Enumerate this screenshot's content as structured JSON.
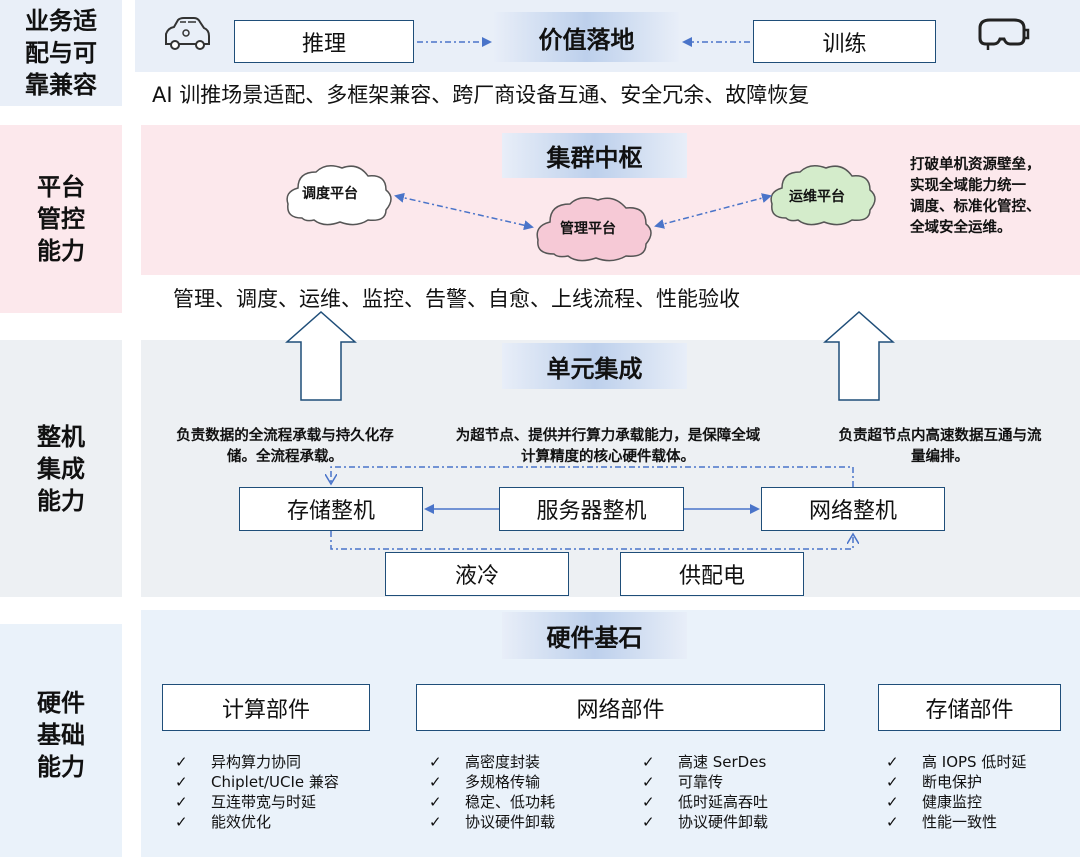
{
  "rows": {
    "business": {
      "label": [
        "业务适",
        "配与可",
        "靠兼容"
      ],
      "left_box": "推理",
      "center_title": "价值落地",
      "right_box": "训练",
      "left_icon": "car-icon",
      "right_icon": "vr-headset-icon",
      "summary": "AI 训推场景适配、多框架兼容、跨厂商设备互通、安全冗余、故障恢复"
    },
    "platform": {
      "label": [
        "平台",
        "管控",
        "能力"
      ],
      "title": "集群中枢",
      "clouds": {
        "left": "调度平台",
        "center": "管理平台",
        "right": "运维平台"
      },
      "side_note": [
        "打破单机资源壁垒，",
        "实现全域能力统一",
        "调度、标准化管控、",
        "全域安全运维。"
      ],
      "summary": "管理、调度、运维、监控、告警、自愈、上线流程、性能验收"
    },
    "integration": {
      "label": [
        "整机",
        "集成",
        "能力"
      ],
      "title": "单元集成",
      "desc_left": [
        "负责数据的全流程承载与持久化存",
        "储。全流程承载。"
      ],
      "desc_center": [
        "为超节点、提供并行算力承载能力，是保障全域",
        "计算精度的核心硬件载体。"
      ],
      "desc_right": [
        "负责超节点内高速数据互通与流",
        "量编排。"
      ],
      "boxes": {
        "storage": "存储整机",
        "server": "服务器整机",
        "network": "网络整机",
        "cooling": "液冷",
        "power": "供配电"
      }
    },
    "hardware": {
      "label": [
        "硬件",
        "基础",
        "能力"
      ],
      "title": "硬件基石",
      "boxes": {
        "compute": "计算部件",
        "network": "网络部件",
        "storage": "存储部件"
      },
      "check_mark": "✓",
      "compute_features": [
        "异构算力协同",
        "Chiplet/UCIe 兼容",
        "互连带宽与时延",
        "能效优化"
      ],
      "network_features_a": [
        "高密度封装",
        "多规格传输",
        "稳定、低功耗",
        "协议硬件卸载"
      ],
      "network_features_b": [
        "高速 SerDes",
        "可靠传",
        "低时延高吞吐",
        "协议硬件卸载"
      ],
      "storage_features": [
        "高 IOPS 低时延",
        "断电保护",
        "健康监控",
        "性能一致性"
      ]
    }
  },
  "colors": {
    "business_band": "#e9eff8",
    "platform_band": "#fce8ec",
    "integration_band": "#edf0f3",
    "hardware_band": "#eaf2fa",
    "border": "#1f4e79",
    "arrow": "#4a74c9",
    "cloud_left": "#ffffff",
    "cloud_center": "#f6c9d6",
    "cloud_right": "#d4eccb"
  }
}
